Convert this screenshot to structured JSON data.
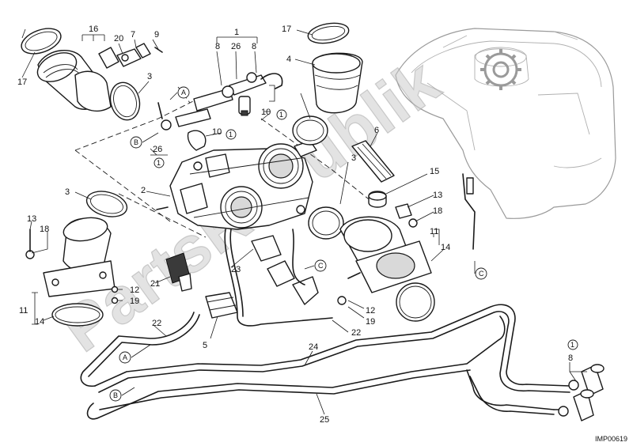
{
  "diagram_code": "IMP00619",
  "watermark": "PartsRepublik",
  "callouts": {
    "c1": "1",
    "c2": "2",
    "c3a": "3",
    "c3b": "3",
    "c3c": "3",
    "c4": "4",
    "c5": "5",
    "c6": "6",
    "c7": "7",
    "c8a": "8",
    "c8b": "8",
    "c8c": "8",
    "c9": "9",
    "c10a": "10",
    "c10b": "10",
    "c11a": "11",
    "c11b": "11",
    "c12a": "12",
    "c12b": "12",
    "c13a": "13",
    "c13b": "13",
    "c14a": "14",
    "c14b": "14",
    "c15": "15",
    "c16": "16",
    "c17a": "17",
    "c17b": "17",
    "c18a": "18",
    "c18b": "18",
    "c19a": "19",
    "c19b": "19",
    "c20": "20",
    "c21": "21",
    "c22a": "22",
    "c22b": "22",
    "c23": "23",
    "c24": "24",
    "c25": "25",
    "c26a": "26",
    "c26b": "26"
  },
  "references": {
    "A1": "A",
    "A2": "A",
    "B1": "B",
    "B2": "B",
    "C1": "C",
    "C2": "C",
    "note1a": "1",
    "note1b": "1",
    "note1c": "1",
    "note1d": "1"
  }
}
